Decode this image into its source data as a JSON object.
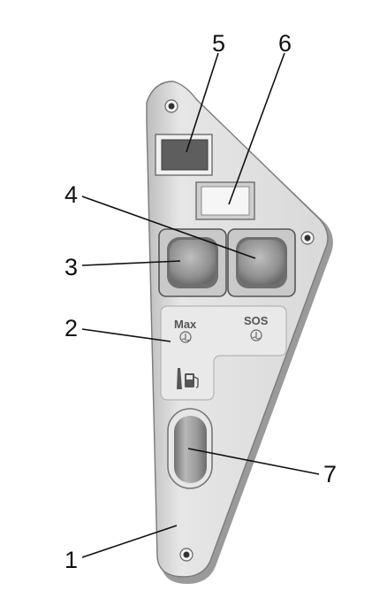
{
  "callouts": [
    {
      "id": "1",
      "label": "1"
    },
    {
      "id": "2",
      "label": "2"
    },
    {
      "id": "3",
      "label": "3"
    },
    {
      "id": "4",
      "label": "4"
    },
    {
      "id": "5",
      "label": "5"
    },
    {
      "id": "6",
      "label": "6"
    },
    {
      "id": "7",
      "label": "7"
    }
  ],
  "panel": {
    "max_label": "Max",
    "sos_label": "SOS"
  },
  "colors": {
    "panel_fill": "#e3e3e3",
    "panel_edge": "#7a7a7a",
    "indicator_dark": "#5e5e5e",
    "indicator_light": "#f6f6f6",
    "button_fill": "#9a9a9a"
  },
  "icons": [
    "screw-hole-icon",
    "water-temp-icon",
    "fuel-level-icon"
  ]
}
